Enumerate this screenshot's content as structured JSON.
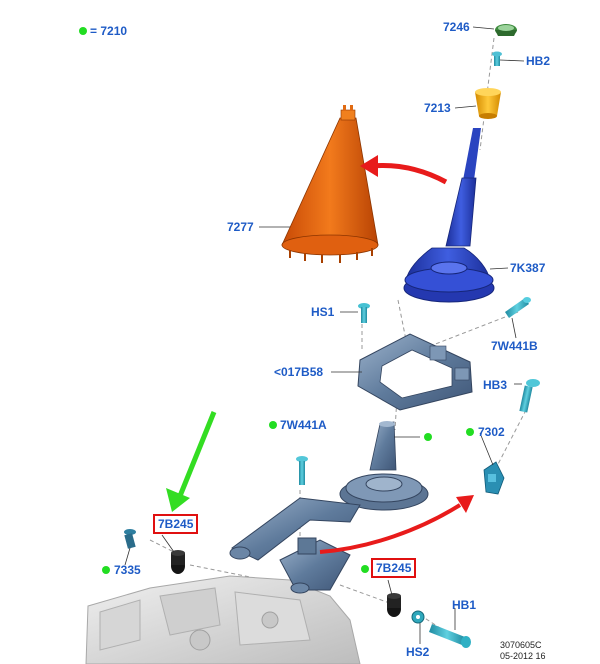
{
  "legend": {
    "marker": "green-dot",
    "text": "= 7210"
  },
  "labels": {
    "p7246": "7246",
    "hb2": "HB2",
    "p7213": "7213",
    "p7277": "7277",
    "p7k387": "7K387",
    "hs1": "HS1",
    "p7w441b": "7W441B",
    "p017b58": "<017B58",
    "hb3": "HB3",
    "p7w441a": "7W441A",
    "p7302": "7302",
    "p7b245_left": "7B245",
    "p7335": "7335",
    "p7b245_right": "7B245",
    "hb1": "HB1",
    "hs2": "HS2"
  },
  "figure_ref": {
    "code": "3070605C",
    "date": "05-2012 16"
  },
  "colors": {
    "label_blue": "#1e5bc6",
    "green_marker": "#22dd22",
    "red_arrow": "#e81b1b",
    "green_arrow": "#33dd22",
    "boot_orange": "#ee6a10",
    "knob_yellow": "#f3b21a",
    "base_blue": "#2f49c8",
    "bracket_steel": "#6f8aa8",
    "cyan_fastener": "#3bb3c8",
    "highlight_box": "#e01010"
  }
}
